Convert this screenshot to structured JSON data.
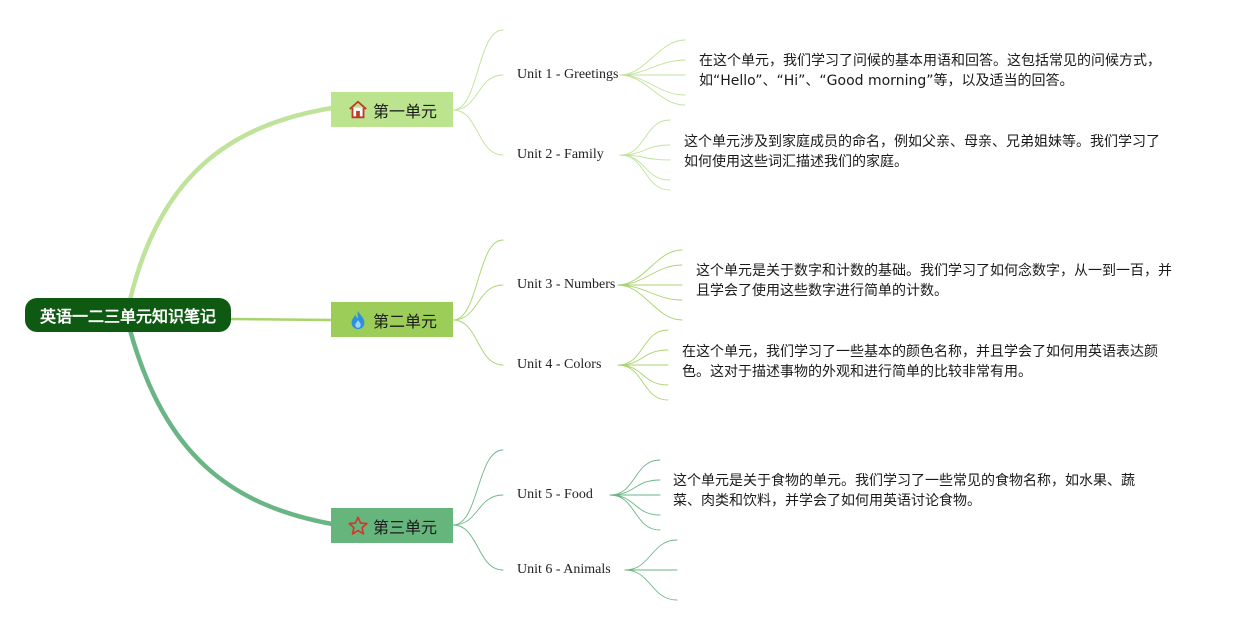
{
  "root": {
    "label": "英语一二三单元知识笔记"
  },
  "colors": {
    "root_bg": "#0e5a12",
    "branch1": "#bce38e",
    "branch2": "#9bcd58",
    "branch3": "#66b57d",
    "line1": "#bfe39a",
    "line2": "#a8d46c",
    "line3": "#6ab586"
  },
  "branches": [
    {
      "label": "第一单元",
      "icon": "house-icon",
      "units": [
        {
          "label": "Unit 1 - Greetings",
          "note": "在这个单元，我们学习了问候的基本用语和回答。这包括常见的问候方式，如“Hello”、“Hi”、“Good morning”等，以及适当的回答。"
        },
        {
          "label": "Unit 2 - Family",
          "note": "这个单元涉及到家庭成员的命名，例如父亲、母亲、兄弟姐妹等。我们学习了如何使用这些词汇描述我们的家庭。"
        }
      ]
    },
    {
      "label": "第二单元",
      "icon": "flame-icon",
      "units": [
        {
          "label": "Unit 3 - Numbers",
          "note": "这个单元是关于数字和计数的基础。我们学习了如何念数字，从一到一百，并且学会了使用这些数字进行简单的计数。"
        },
        {
          "label": "Unit 4 - Colors",
          "note": "在这个单元，我们学习了一些基本的颜色名称，并且学会了如何用英语表达颜色。这对于描述事物的外观和进行简单的比较非常有用。"
        }
      ]
    },
    {
      "label": "第三单元",
      "icon": "star-icon",
      "units": [
        {
          "label": "Unit 5 - Food",
          "note": "这个单元是关于食物的单元。我们学习了一些常见的食物名称，如水果、蔬菜、肉类和饮料，并学会了如何用英语讨论食物。"
        },
        {
          "label": "Unit 6 - Animals",
          "note": ""
        }
      ]
    }
  ]
}
